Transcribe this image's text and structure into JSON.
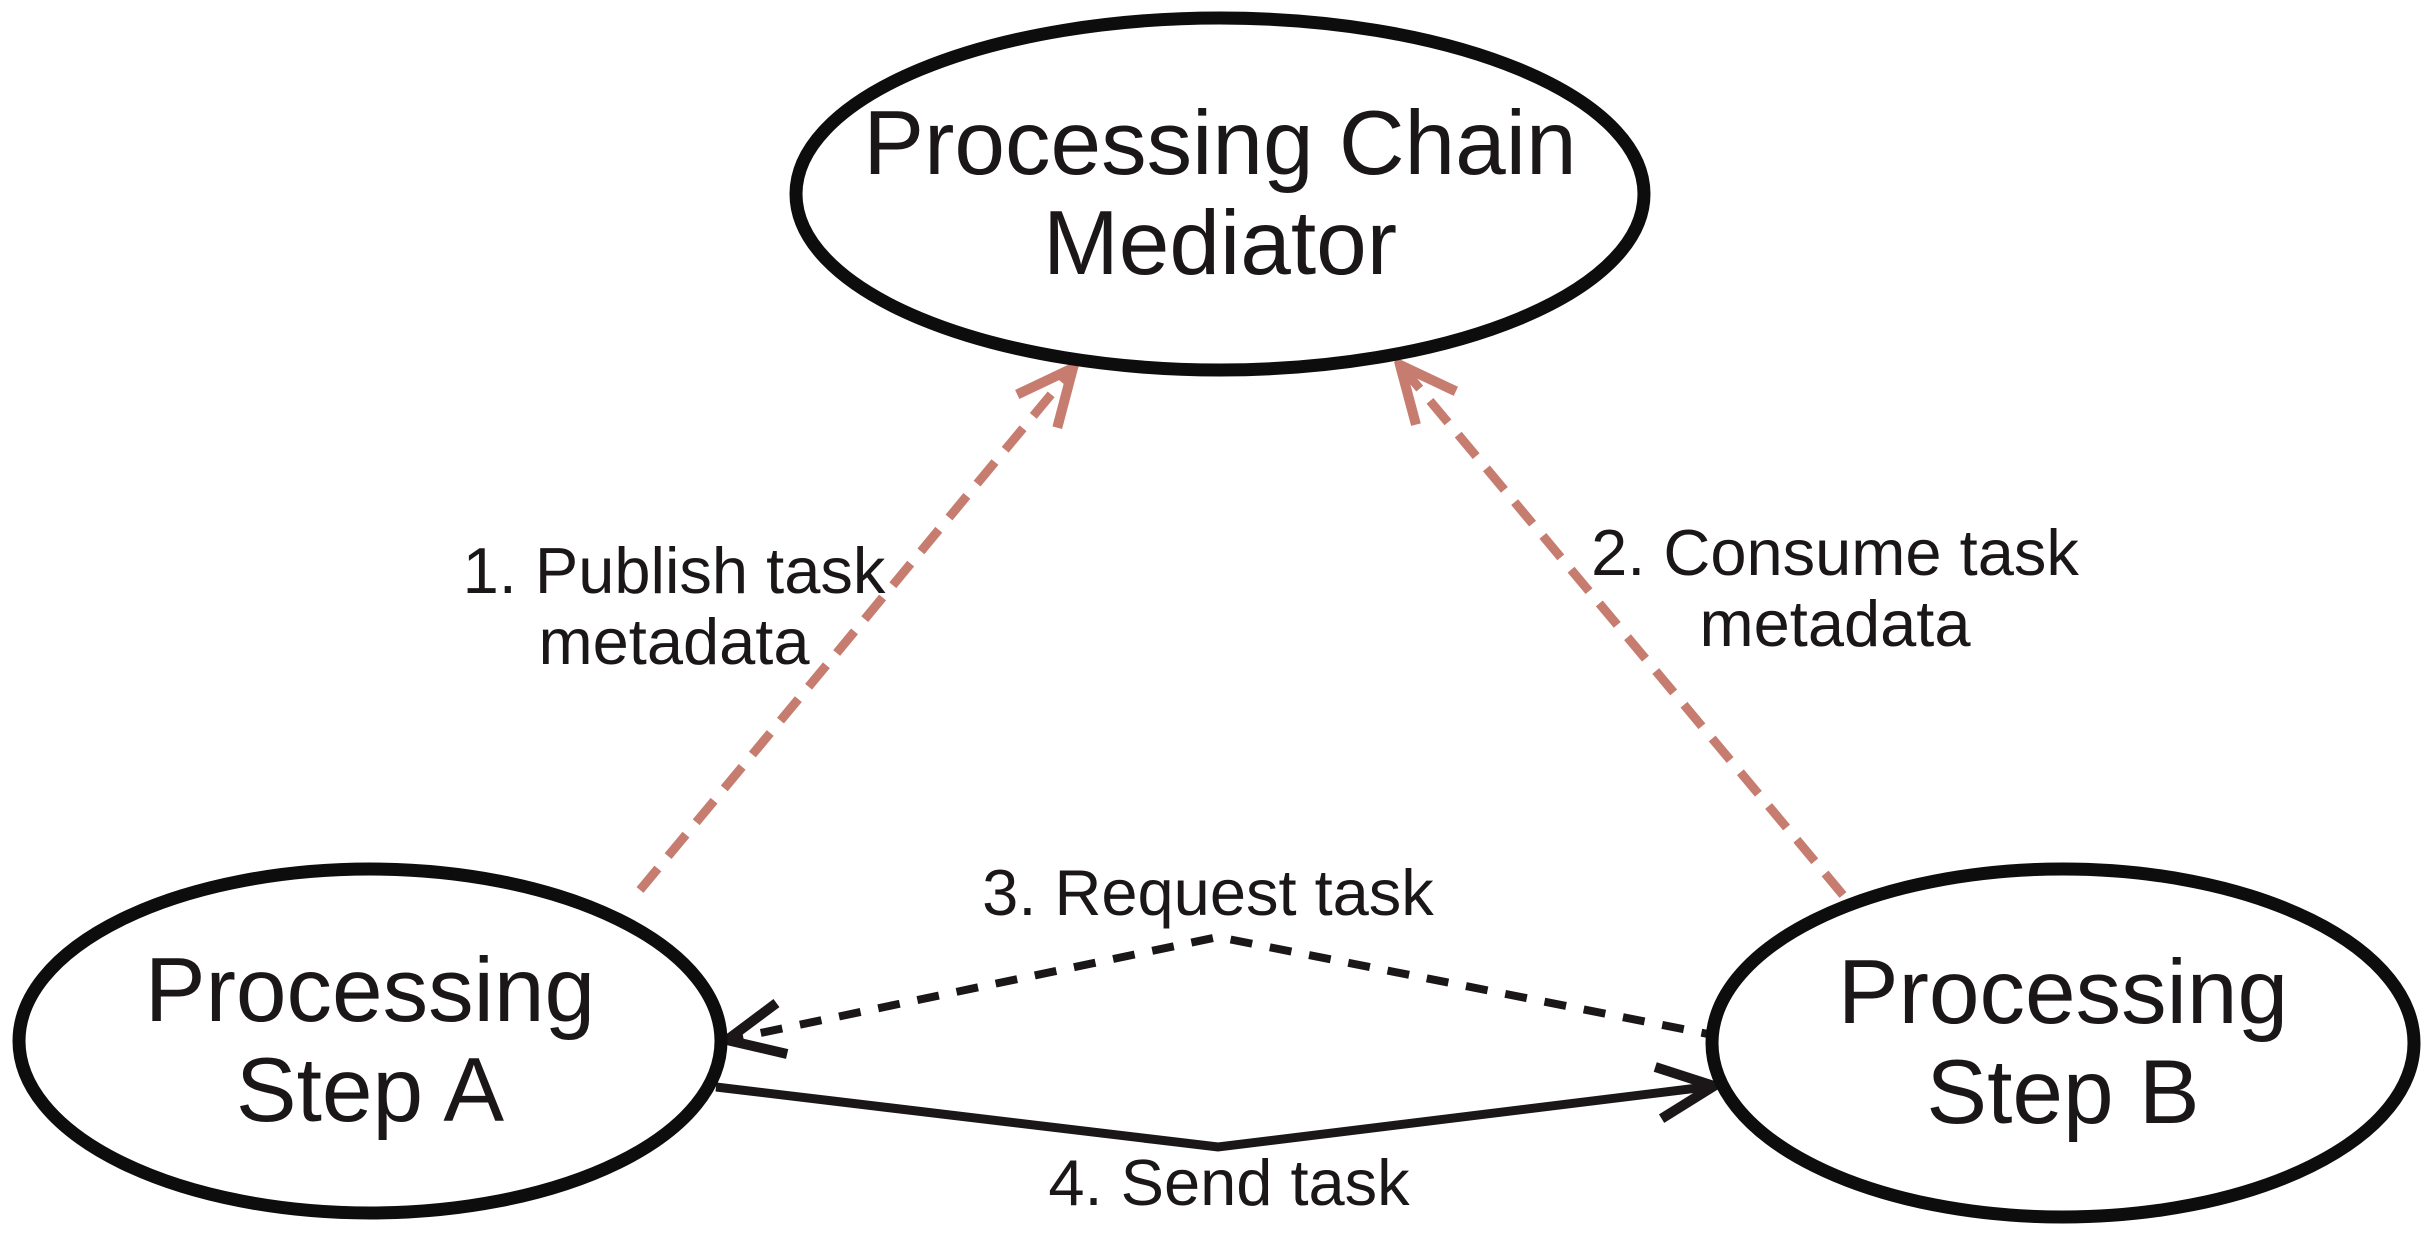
{
  "diagram": {
    "title": "Processing chain mediation diagram",
    "nodes": {
      "mediator": {
        "label": "Processing Chain\nMediator"
      },
      "step_a": {
        "label": "Processing\nStep A"
      },
      "step_b": {
        "label": "Processing\nStep B"
      }
    },
    "edges": {
      "publish": {
        "label": "1. Publish task\nmetadata",
        "from": "step_a",
        "to": "mediator",
        "line_style": "dashed",
        "color": "#c67d6f"
      },
      "consume": {
        "label": "2. Consume task\nmetadata",
        "from": "step_b",
        "to": "mediator",
        "line_style": "dashed",
        "color": "#c67d6f"
      },
      "request": {
        "label": "3. Request task",
        "from": "step_b",
        "to": "step_a",
        "line_style": "dashed",
        "color": "#1b1718"
      },
      "send": {
        "label": "4. Send task",
        "from": "step_a",
        "to": "step_b",
        "line_style": "solid",
        "color": "#1b1718"
      }
    },
    "colors": {
      "background": "#ffffff",
      "node_fill": "#ffffff",
      "node_stroke": "#0d0d0d",
      "text": "#1b1718",
      "accent_red": "#c67d6f"
    }
  }
}
